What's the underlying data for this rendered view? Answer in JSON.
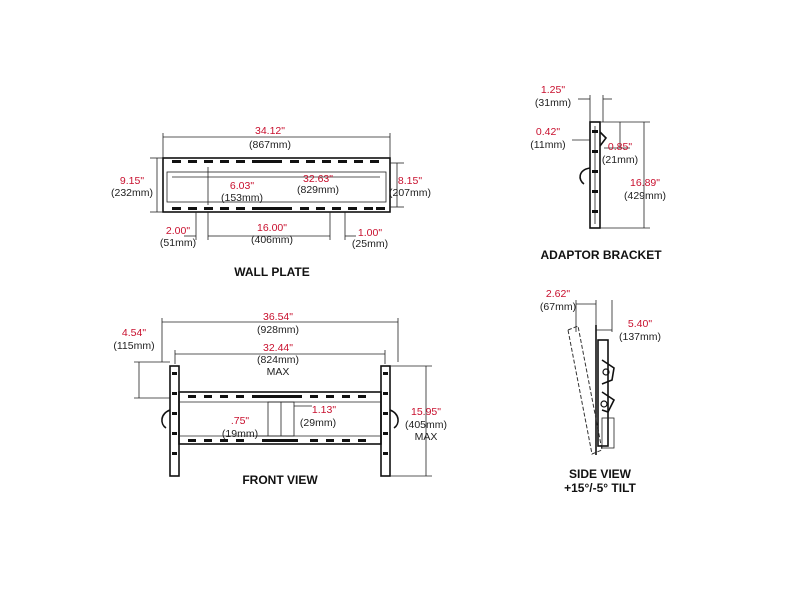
{
  "wall_plate": {
    "title": "WALL PLATE",
    "overall_width": {
      "in": "34.12\"",
      "mm": "(867mm)"
    },
    "inner_width": {
      "in": "32.63\"",
      "mm": "(829mm)"
    },
    "left_height": {
      "in": "9.15\"",
      "mm": "(232mm)"
    },
    "right_height": {
      "in": "8.15\"",
      "mm": "(207mm)"
    },
    "center_offset": {
      "in": "6.03\"",
      "mm": "(153mm)"
    },
    "left_gap": {
      "in": "2.00\"",
      "mm": "(51mm)"
    },
    "stud_span": {
      "in": "16.00\"",
      "mm": "(406mm)"
    },
    "right_gap": {
      "in": "1.00\"",
      "mm": "(25mm)"
    }
  },
  "adaptor_bracket": {
    "title": "ADAPTOR BRACKET",
    "top_width": {
      "in": "1.25\"",
      "mm": "(31mm)"
    },
    "left_offset": {
      "in": "0.42\"",
      "mm": "(11mm)"
    },
    "hook_offset": {
      "in": "0.85\"",
      "mm": "(21mm)"
    },
    "height": {
      "in": "16.89\"",
      "mm": "(429mm)"
    }
  },
  "front_view": {
    "title": "FRONT VIEW",
    "overall_width": {
      "in": "36.54\"",
      "mm": "(928mm)"
    },
    "max_width": {
      "in": "32.44\"",
      "mm": "(824mm)",
      "note": "MAX"
    },
    "left_height": {
      "in": "4.54\"",
      "mm": "(115mm)"
    },
    "center_gap": {
      "in": "1.13\"",
      "mm": "(29mm)"
    },
    "small_gap": {
      "in": ".75\"",
      "mm": "(19mm)"
    },
    "max_height": {
      "in": "15.95\"",
      "mm": "(405mm)",
      "note": "MAX"
    }
  },
  "side_view": {
    "title": "SIDE VIEW",
    "subtitle": "+15°/-5° TILT",
    "tilt_offset": {
      "in": "2.62\"",
      "mm": "(67mm)"
    },
    "depth": {
      "in": "5.40\"",
      "mm": "(137mm)"
    }
  },
  "colors": {
    "dimension_inches": "#c8102e",
    "dimension_mm": "#222222",
    "line": "#222222"
  }
}
